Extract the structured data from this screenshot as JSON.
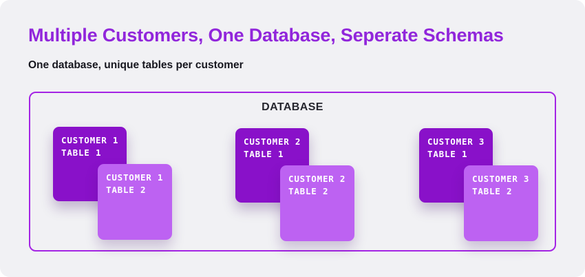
{
  "page": {
    "title": "Multiple Customers, One Database, Seperate Schemas",
    "subtitle": "One database, unique tables per customer"
  },
  "database": {
    "label": "DATABASE",
    "groups": [
      {
        "customer": "CUSTOMER 1",
        "table1": {
          "line1": "CUSTOMER 1",
          "line2": "TABLE 1"
        },
        "table2": {
          "line1": "CUSTOMER 1",
          "line2": "TABLE 2"
        }
      },
      {
        "customer": "CUSTOMER 2",
        "table1": {
          "line1": "CUSTOMER 2",
          "line2": "TABLE 1"
        },
        "table2": {
          "line1": "CUSTOMER 2",
          "line2": "TABLE 2"
        }
      },
      {
        "customer": "CUSTOMER 3",
        "table1": {
          "line1": "CUSTOMER 3",
          "line2": "TABLE 1"
        },
        "table2": {
          "line1": "CUSTOMER 3",
          "line2": "TABLE 2"
        }
      }
    ]
  },
  "colors": {
    "background": "#f1f1f4",
    "title_text": "#9126db",
    "subtitle_text": "#17171f",
    "database_border": "#a424e4",
    "database_label_text": "#26262e",
    "card_dark": "#8911c9",
    "card_light": "#bd62f2",
    "card_text": "#ffffff"
  }
}
